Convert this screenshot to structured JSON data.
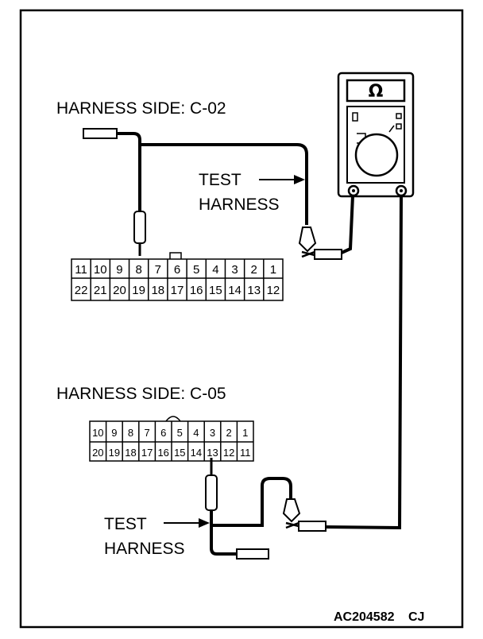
{
  "labels": {
    "c02_title": "HARNESS SIDE: C-02",
    "c05_title": "HARNESS SIDE: C-05",
    "test_harness_top_line1": "TEST",
    "test_harness_top_line2": "HARNESS",
    "test_harness_bottom_line1": "TEST",
    "test_harness_bottom_line2": "HARNESS",
    "figure_code": "AC204582",
    "figure_suffix": "CJ"
  },
  "meter": {
    "display": "Ω"
  },
  "c02": {
    "top_row": [
      "11",
      "10",
      "9",
      "8",
      "7",
      "6",
      "5",
      "4",
      "3",
      "2",
      "1"
    ],
    "bottom_row": [
      "22",
      "21",
      "20",
      "19",
      "18",
      "17",
      "16",
      "15",
      "14",
      "13",
      "12"
    ],
    "probed_pin": "8"
  },
  "c05": {
    "top_row": [
      "10",
      "9",
      "8",
      "7",
      "6",
      "5",
      "4",
      "3",
      "2",
      "1"
    ],
    "bottom_row": [
      "20",
      "19",
      "18",
      "17",
      "16",
      "15",
      "14",
      "13",
      "12",
      "11"
    ],
    "probed_pin": "13"
  }
}
